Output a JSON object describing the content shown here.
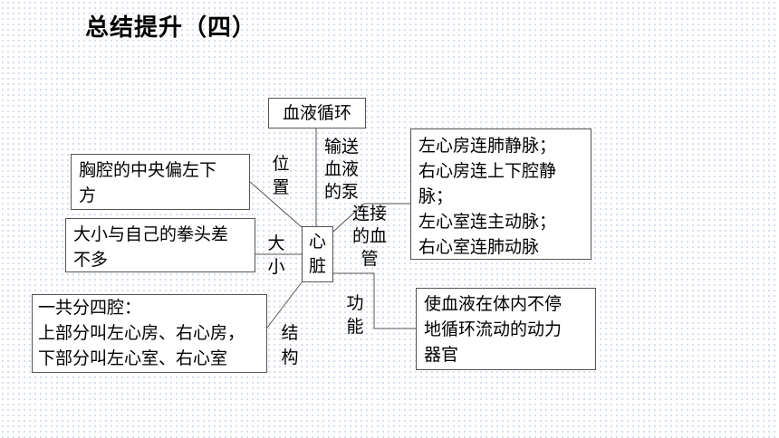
{
  "title": "总结提升（四）",
  "center_node": "血液循环",
  "heart_node": "心脏",
  "labels": {
    "pump": "输送血液的泵",
    "connect": "连接的血管",
    "position": "位置",
    "size": "大小",
    "structure": "结构",
    "function": "功能"
  },
  "boxes": {
    "position": [
      "胸腔的中央偏左下",
      "方"
    ],
    "size": [
      "大小与自己的拳头差",
      "不多"
    ],
    "structure": [
      "一共分四腔：",
      "上部分叫左心房、右心房，",
      "下部分叫左心室、右心室"
    ],
    "connections": [
      "左心房连肺静脉；",
      "右心房连上下腔静",
      "脉；",
      "左心室连主动脉；",
      "右心室连肺动脉"
    ],
    "function": [
      "使血液在体内不停",
      "地循环流动的动力",
      "器官"
    ]
  }
}
